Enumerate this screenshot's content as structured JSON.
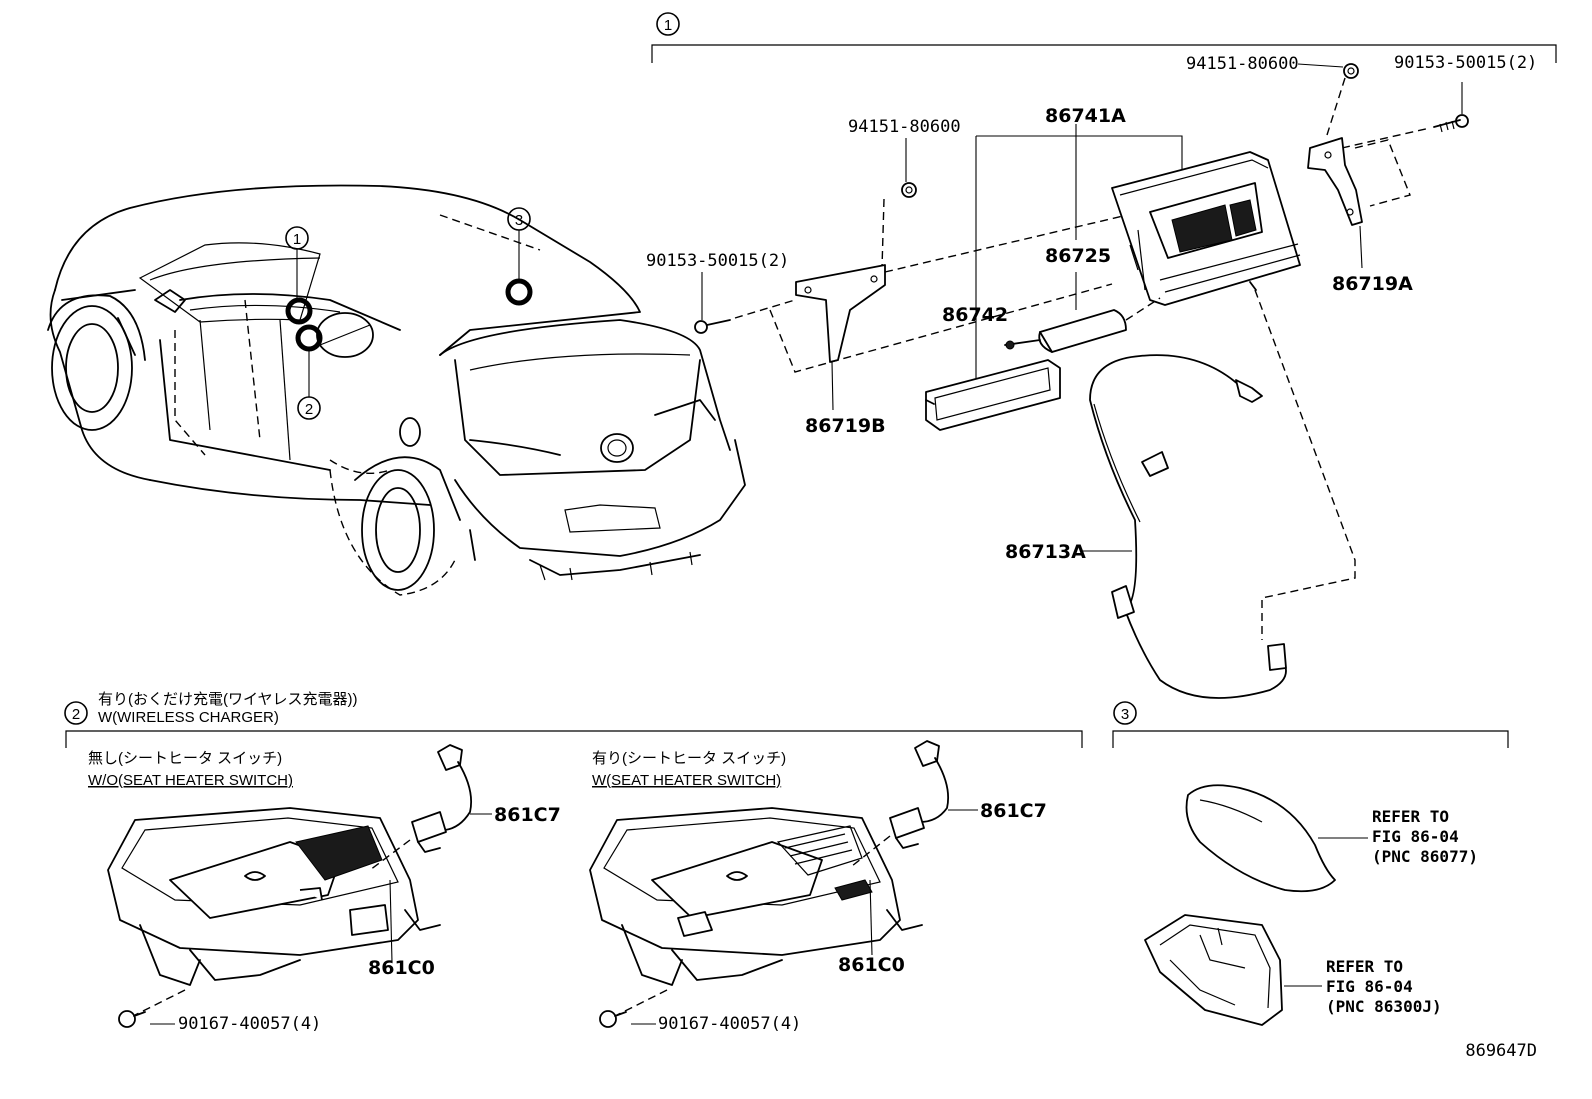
{
  "callouts": {
    "one": "1",
    "two": "2",
    "three": "3"
  },
  "parts": {
    "p94151_top": "94151-80600",
    "p90153_top": "90153-50015(2)",
    "p94151_mid": "94151-80600",
    "p86741a": "86741A",
    "p90153_left": "90153-50015(2)",
    "p86725": "86725",
    "p86719a": "86719A",
    "p86742": "86742",
    "p86719b": "86719B",
    "p86713a": "86713A",
    "p861c7_left": "861C7",
    "p861c0_left": "861C0",
    "p90167_left": "90167-40057(4)",
    "p861c7_right": "861C7",
    "p861c0_right": "861C0",
    "p90167_right": "90167-40057(4)"
  },
  "section2": {
    "title_jp": "有り(おくだけ充電(ワイヤレス充電器))",
    "title_en": "W(WIRELESS CHARGER)",
    "variant_left_jp": "無し(シートヒータ スイッチ)",
    "variant_left_en": "W/O(SEAT HEATER SWITCH)",
    "variant_right_jp": "有り(シートヒータ スイッチ)",
    "variant_right_en": "W(SEAT HEATER SWITCH)"
  },
  "section3": {
    "ref1_line1": "REFER TO",
    "ref1_line2": "FIG 86-04",
    "ref1_line3": "(PNC 86077)",
    "ref2_line1": "REFER TO",
    "ref2_line2": "FIG 86-04",
    "ref2_line3": "(PNC 86300J)"
  },
  "figure_id": "869647D"
}
